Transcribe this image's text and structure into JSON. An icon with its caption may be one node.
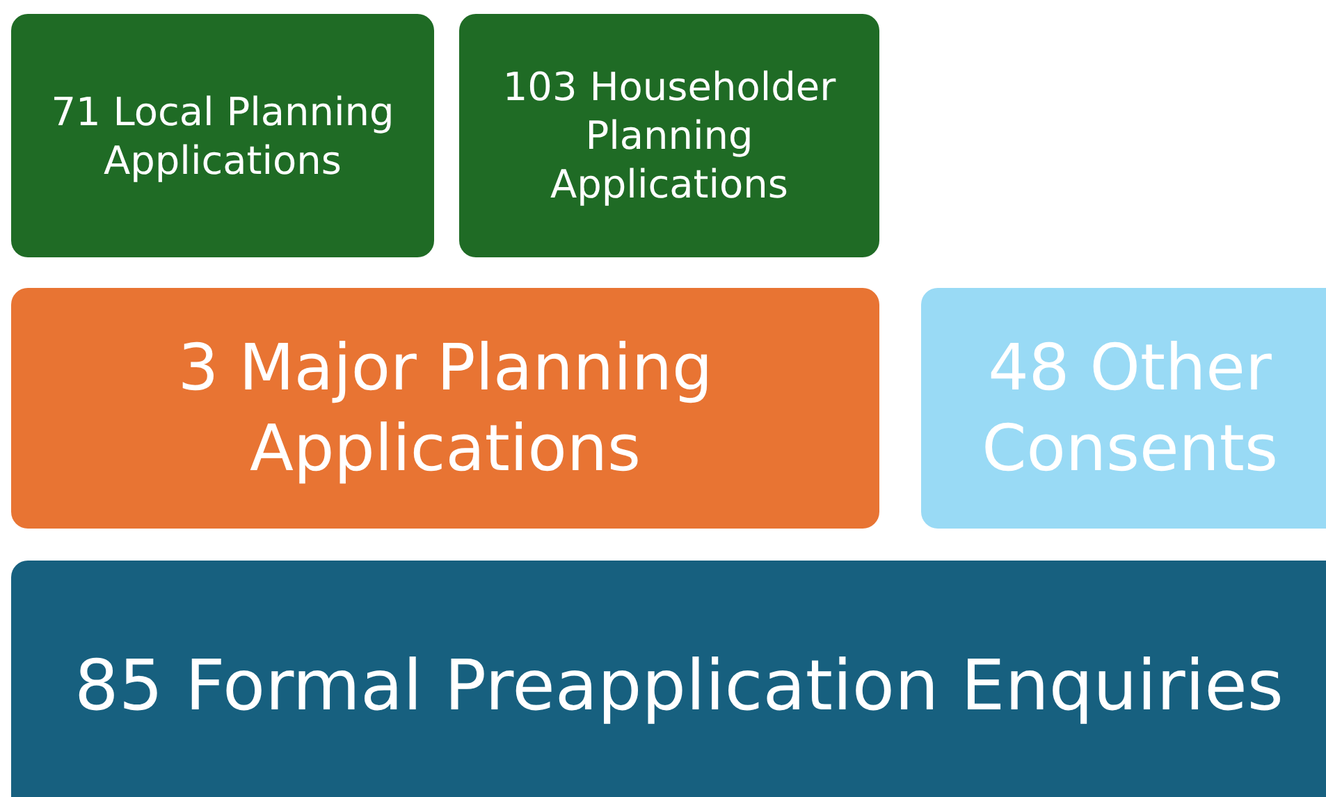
{
  "diagram": {
    "nodes": [
      {
        "text": [
          "71 Local Planning Applications"
        ]
      },
      {
        "text": [
          "103 Householder Planning Applications"
        ]
      },
      {
        "text": [
          "3 Major Planning Applications"
        ]
      },
      {
        "text": [
          "48 Other Consents"
        ]
      },
      {
        "text": [
          "85 Formal Preapplication Enquiries"
        ]
      }
    ]
  }
}
